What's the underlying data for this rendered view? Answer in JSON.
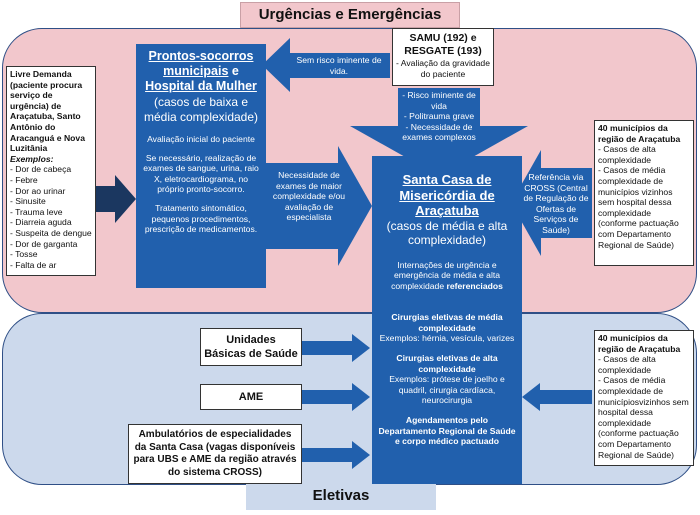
{
  "titles": {
    "urgencias": "Urgências e Emergências",
    "eletivas": "Eletivas"
  },
  "pronto_socorros": {
    "title_line1": "Prontos-socorros municipais",
    "title_e": " e ",
    "title_line2": "Hospital da Mulher",
    "subtitle": "(casos de baixa e média complexidade)",
    "p1": "Avaliação inicial do paciente",
    "p2": "Se necessário, realização de exames de sangue, urina, raio X, eletrocardiograma, no próprio pronto-socorro.",
    "p3": "Tratamento sintomático, pequenos procedimentos, prescrição de medicamentos."
  },
  "livre_demanda": {
    "header": "Livre Demanda (paciente procura serviço de urgência) de Araçatuba, Santo Antônio do Aracanguá e Nova Luzitânia",
    "exemplos_label": "Exemplos:",
    "items": [
      "Dor de cabeça",
      "Febre",
      "Dor ao urinar",
      "Sinusite",
      "Trauma leve",
      "Diarreia aguda",
      "Suspeita de dengue",
      "Dor de garganta",
      "Tosse",
      "Falta de ar"
    ]
  },
  "samu": {
    "title": "SAMU (192) e RESGATE (193)",
    "sub": "- Avaliação da gravidade do paciente"
  },
  "arrow_sem_risco": "Sem risco iminente de vida.",
  "arrow_risco": [
    "- Risco iminente de vida",
    "- Politrauma grave",
    "- Necessidade de exames complexos"
  ],
  "arrow_necessidade": "Necessidade de exames de maior complexidade e/ou avaliação de especialista",
  "arrow_cross": "Referência via CROSS (Central de Regulação de Ofertas de Serviços de Saúde)",
  "santa_casa": {
    "title": "Santa Casa de Misericórdia de Araçatuba",
    "subtitle": "(casos de média e alta complexidade)",
    "internacoes_a": "Internações de urgência e emergência de média e alta complexidade ",
    "internacoes_b": "referenciados",
    "cir_media_title": "Cirurgias eletivas de média complexidade",
    "cir_media_ex": "Exemplos: hérnia, vesícula, varizes",
    "cir_alta_title": "Cirurgias eletivas de alta complexidade",
    "cir_alta_ex": "Exemplos: prótese de joelho e quadril, cirurgia cardíaca, neurocirurgia",
    "agendamentos": "Agendamentos pelo Departamento Regional de Saúde e corpo médico pactuado"
  },
  "municipios_top": {
    "header": "40 municípios da região de Araçatuba",
    "items": [
      "Casos de alta complexidade",
      "Casos de média complexidade de municípios vizinhos sem hospital dessa complexidade (conforme pactuação com Departamento Regional de Saúde)"
    ]
  },
  "municipios_bottom": {
    "header": "40 municípios da região de Araçatuba",
    "items": [
      "Casos de alta complexidade",
      "Casos de média complexidade de municípiosvizinhos sem hospital dessa complexidade (conforme pactuação com Departamento Regional de Saúde)"
    ]
  },
  "eletivas_boxes": {
    "ubs": "Unidades Básicas de Saúde",
    "ame": "AME",
    "ambulatorios": "Ambulatórios de especialidades da Santa Casa (vagas disponíveis para UBS e AME da região através do sistema CROSS)"
  },
  "colors": {
    "pink_region": "#f2c7cc",
    "blue_region": "#ccd9ec",
    "box_blue": "#2160ad",
    "border": "#2f4f86"
  }
}
